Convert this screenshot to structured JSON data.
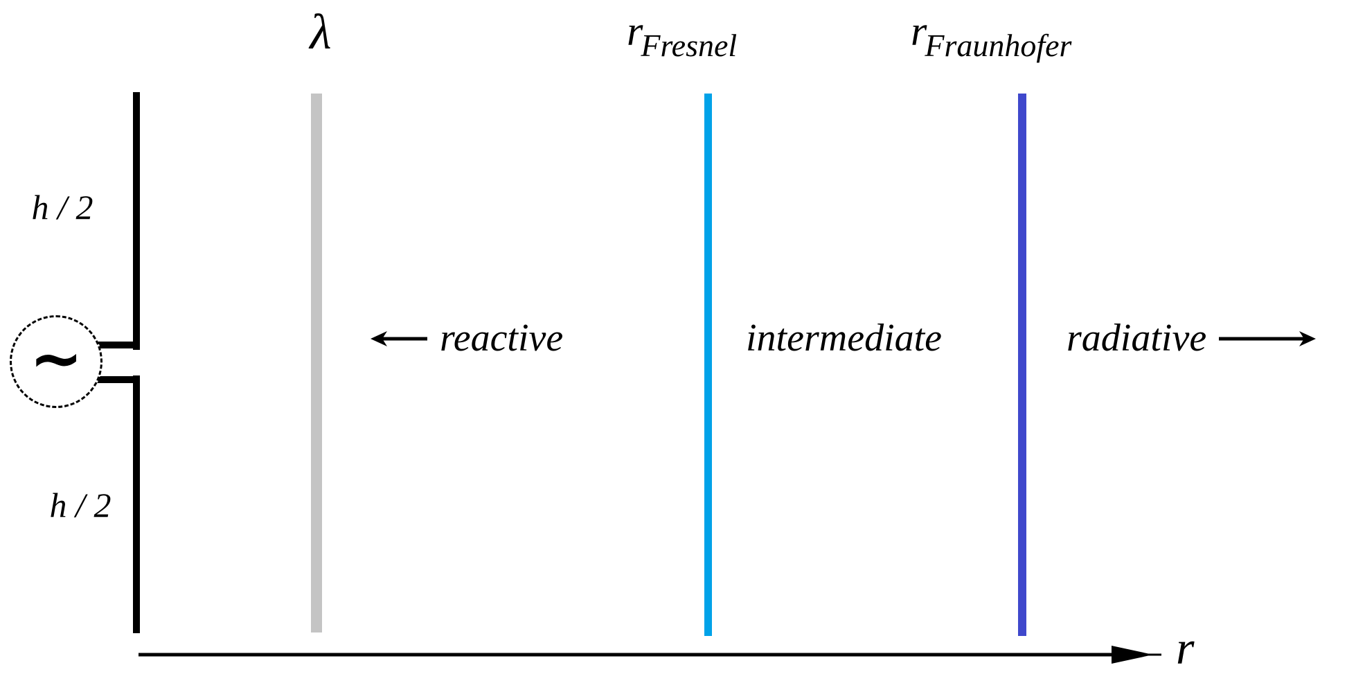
{
  "antenna": {
    "upper_arm_label": "h / 2",
    "lower_arm_label": "h / 2",
    "source_symbol": "∼"
  },
  "boundaries": [
    {
      "id": "lambda",
      "label": "λ",
      "sub": "",
      "color": "#c4c4c4"
    },
    {
      "id": "fresnel",
      "label": "r",
      "sub": "Fresnel",
      "color": "#00a2e8"
    },
    {
      "id": "fraunhofer",
      "label": "r",
      "sub": "Fraunhofer",
      "color": "#3f48cc"
    }
  ],
  "regions": [
    {
      "label": "reactive",
      "arrow": "left"
    },
    {
      "label": "intermediate",
      "arrow": "none"
    },
    {
      "label": "radiative",
      "arrow": "right"
    }
  ],
  "axis": {
    "label": "r",
    "color": "#000000"
  }
}
